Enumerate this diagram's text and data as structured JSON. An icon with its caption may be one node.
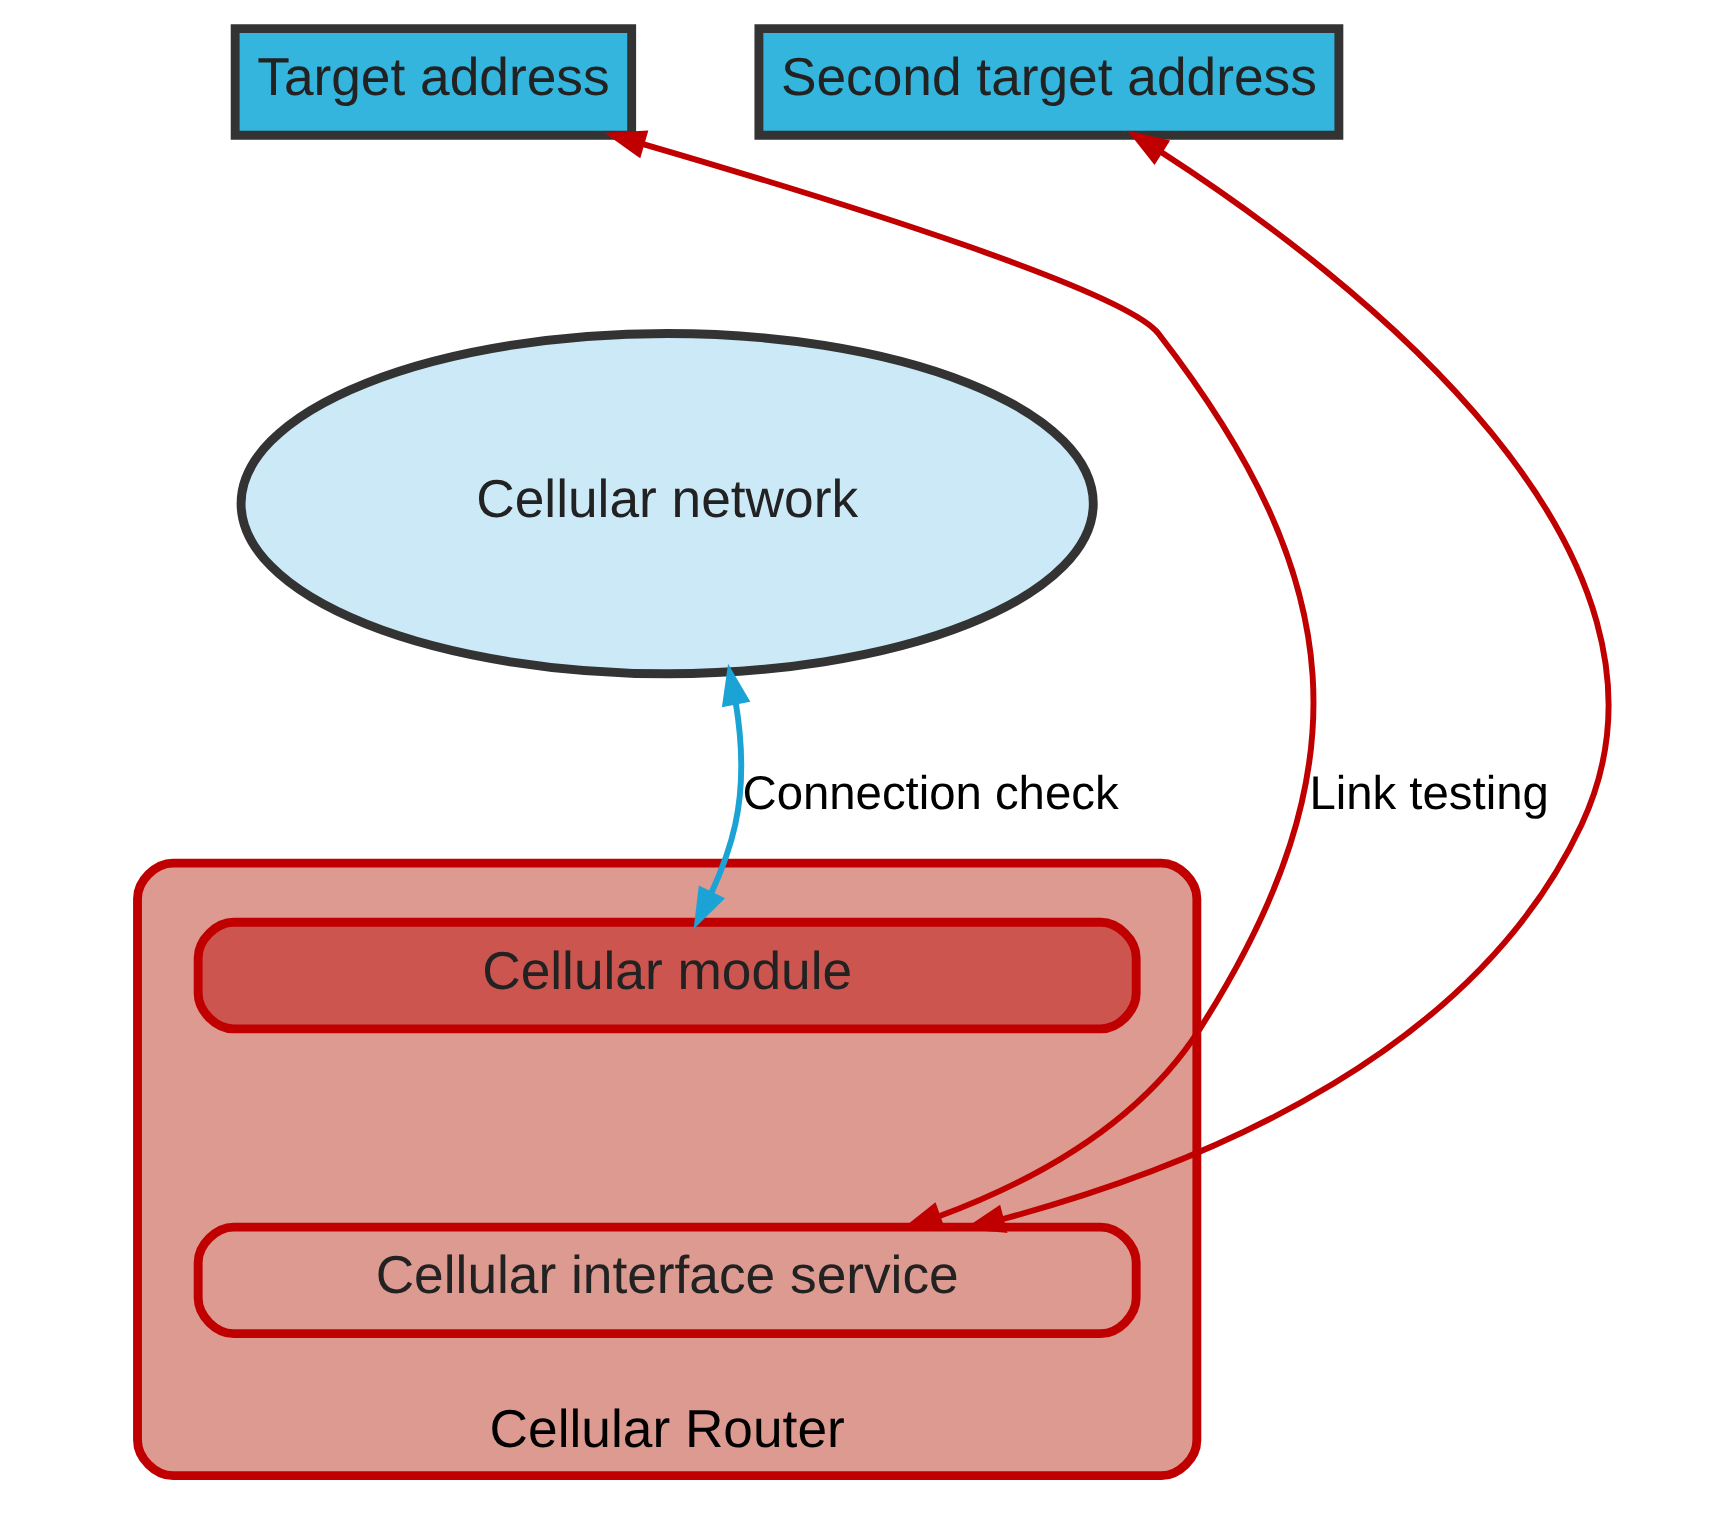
{
  "diagram": {
    "nodes": [
      {
        "text": [
          "Target address"
        ]
      },
      {
        "text": [
          "Second target address"
        ]
      },
      {
        "text": [
          "Cellular network"
        ]
      },
      {
        "text": [
          "Cellular Router"
        ]
      },
      {
        "text": [
          "Cellular module"
        ],
        "in": 3
      },
      {
        "text": [
          "Cellular interface service"
        ],
        "in": 3
      }
    ],
    "edges": [
      {
        "from": 5,
        "to": 0,
        "arrow": "both",
        "label": "Link testing"
      },
      {
        "from": 5,
        "to": 1,
        "arrow": "both"
      },
      {
        "from": 2,
        "to": 4,
        "arrow": "both",
        "label": "Connection check",
        "color": "#1aa3d4"
      }
    ]
  }
}
